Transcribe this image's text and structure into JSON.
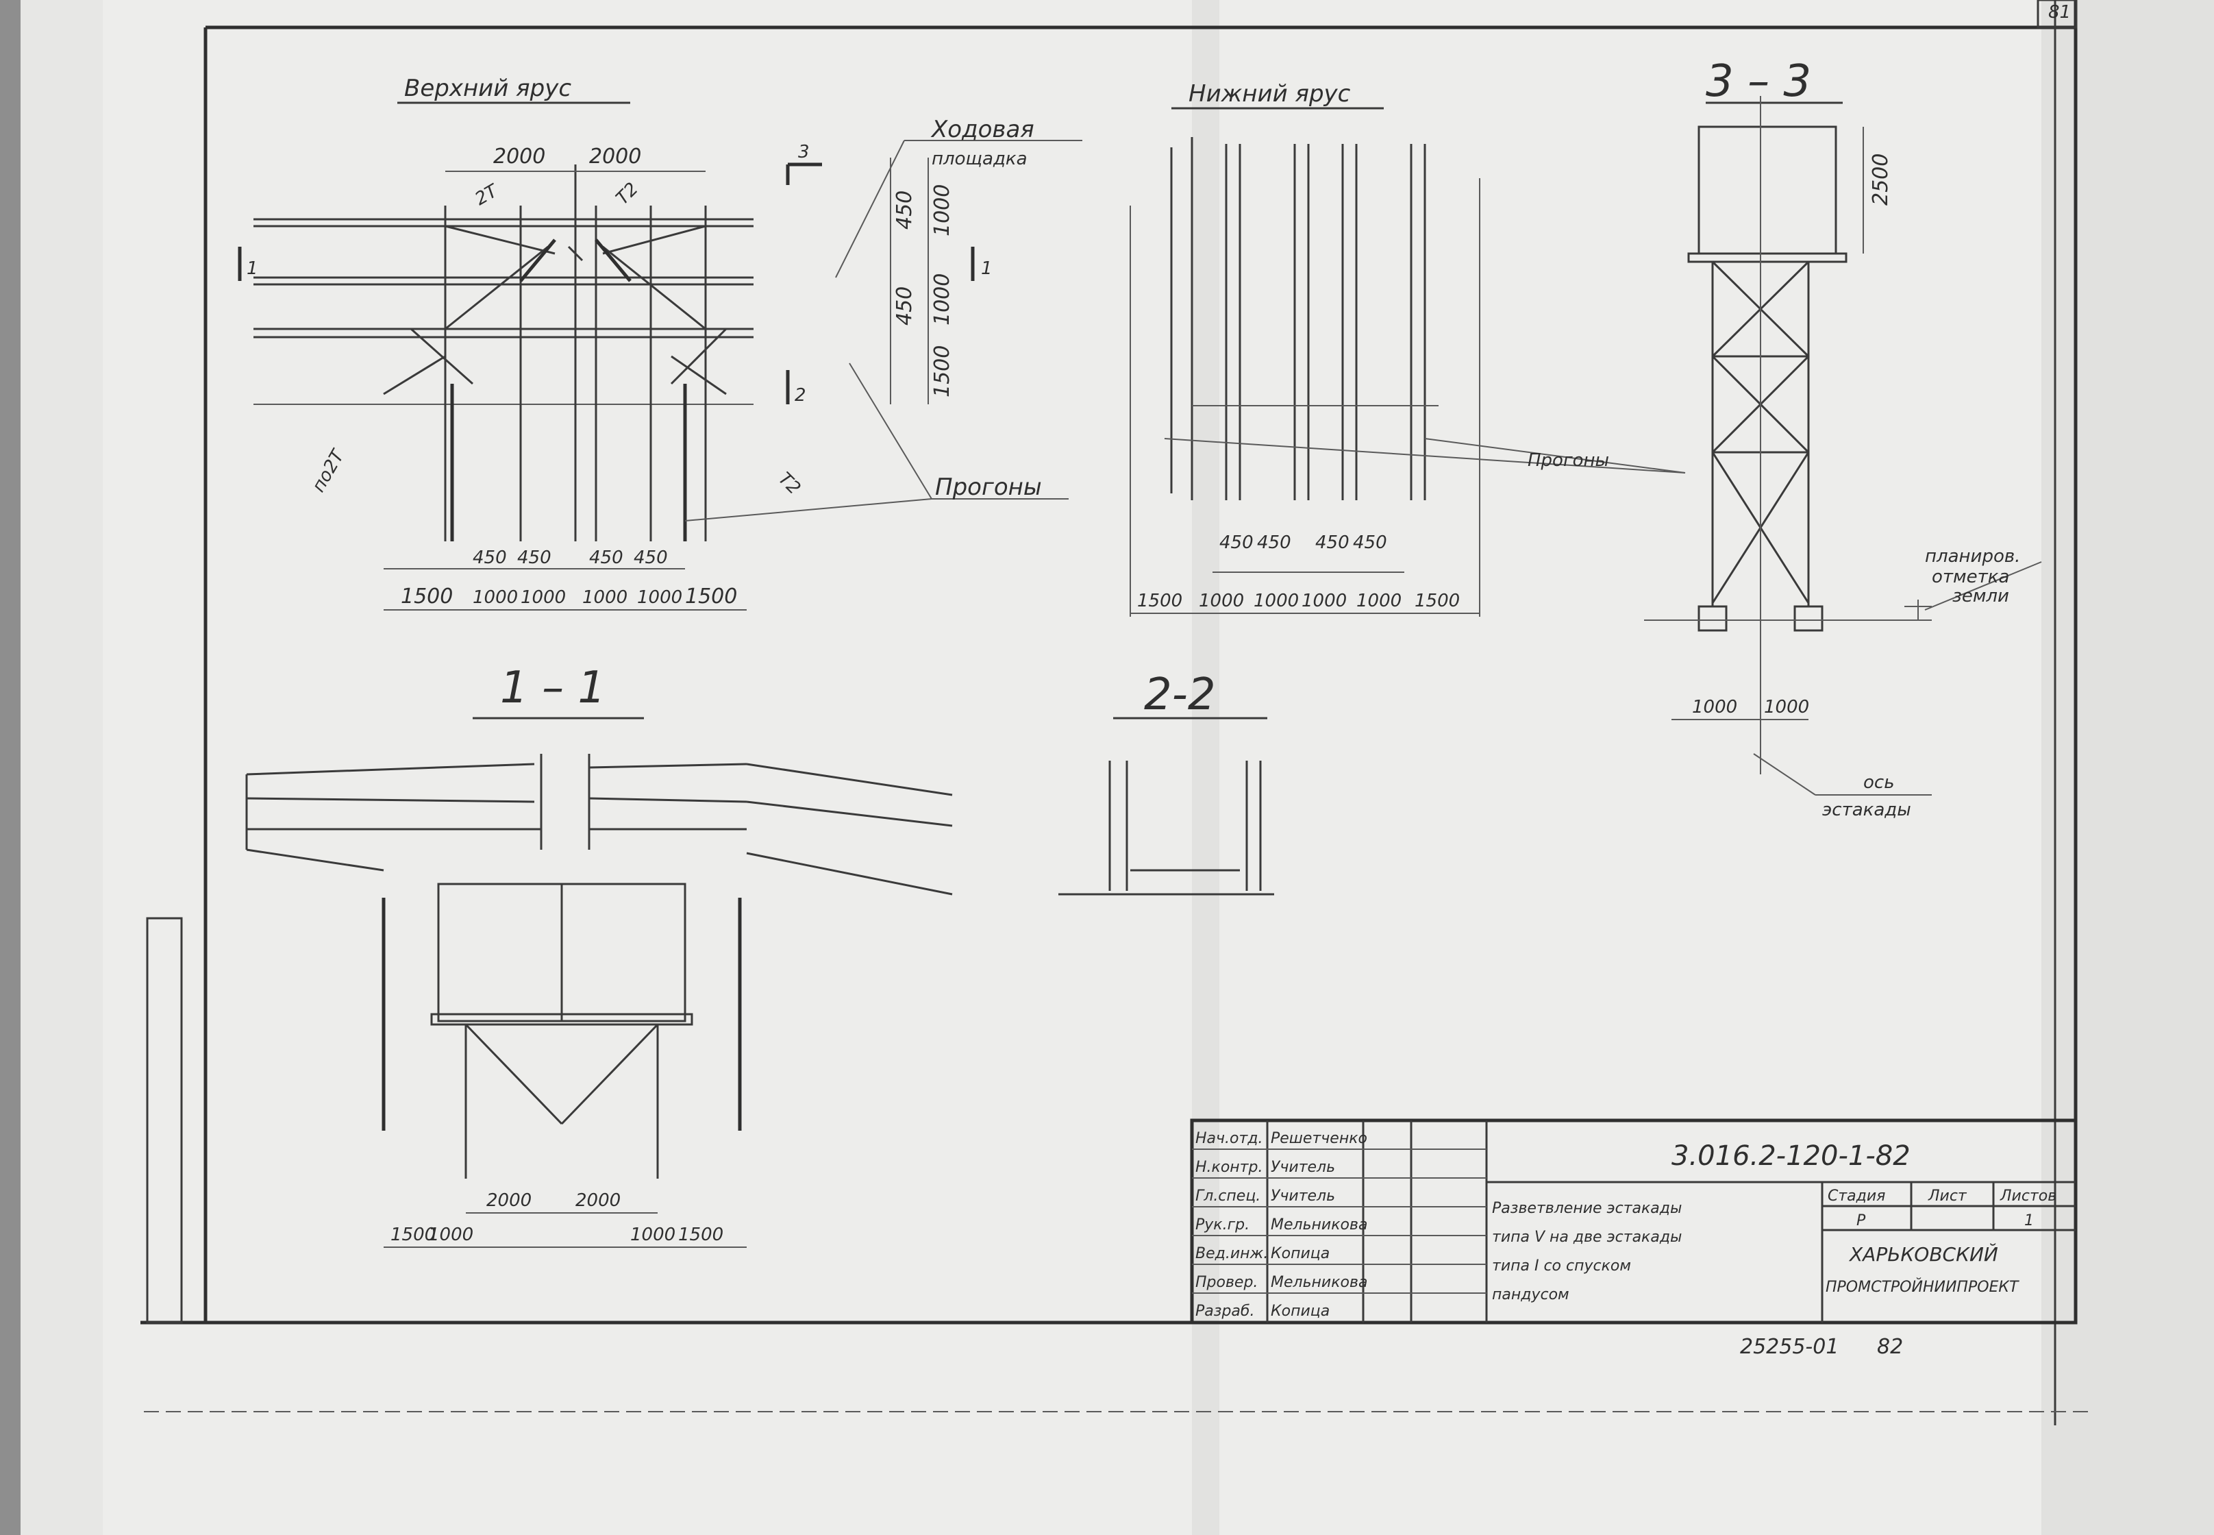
{
  "sheet_number": "81",
  "views": {
    "upper_tier": {
      "title": "Верхний ярус"
    },
    "lower_tier": {
      "title": "Нижний ярус"
    },
    "section_1_1": {
      "title": "1 – 1"
    },
    "section_2_2": {
      "title": "2-2"
    },
    "section_3_3": {
      "title": "3 – 3"
    }
  },
  "labels": {
    "walkway_line1": "Ходовая",
    "walkway_line2": "площадка",
    "purlins_upper": "Прогоны",
    "purlins_lower": "Прогоны",
    "grade_line1": "планиров.",
    "grade_line2": "отметка",
    "grade_line3": "земли",
    "axis_line1": "ось",
    "axis_line2": "эстакады",
    "mark_t2_left": "2T",
    "mark_t2_right": "T2",
    "mark_po2t": "по2T",
    "mark_t2_diag": "T2",
    "mark_3": "3",
    "mark_1_left": "1",
    "mark_1_right": "1",
    "mark_2": "2"
  },
  "dims": {
    "upper_top_1": "2000",
    "upper_top_2": "2000",
    "upper_right_1": "450",
    "upper_right_2": "1000",
    "upper_right_3": "450",
    "upper_right_4": "1000",
    "upper_right_5": "1500",
    "upper_mid_1": "450",
    "upper_mid_2": "450",
    "upper_mid_3": "450",
    "upper_mid_4": "450",
    "upper_bot": [
      "1500",
      "1000",
      "1000",
      "1000",
      "1000",
      "1500"
    ],
    "lower_mid": [
      "450",
      "450",
      "450",
      "450"
    ],
    "lower_bot": [
      "1500",
      "1000",
      "1000",
      "1000",
      "1000",
      "1500"
    ],
    "s11_mid_1": "2000",
    "s11_mid_2": "2000",
    "s11_bot": [
      "1500",
      "1000",
      "1000",
      "1500"
    ],
    "s33_height": "2500",
    "s33_bot_1": "1000",
    "s33_bot_2": "1000"
  },
  "title_block": {
    "doc_code": "3.016.2-120-1-82",
    "rows": [
      {
        "role": "Нач.отд.",
        "name": "Решетченко"
      },
      {
        "role": "Н.контр.",
        "name": "Учитель"
      },
      {
        "role": "Гл.спец.",
        "name": "Учитель"
      },
      {
        "role": "Рук.гр.",
        "name": "Мельникова"
      },
      {
        "role": "Вед.инж.",
        "name": "Копица"
      },
      {
        "role": "Провер.",
        "name": "Мельникова"
      },
      {
        "role": "Разраб.",
        "name": "Копица"
      }
    ],
    "description": [
      "Разветвление эстакады",
      "типа V на две эстакады",
      "типа I со спуском",
      "пандусом"
    ],
    "stage_header": "Стадия",
    "sheet_header": "Лист",
    "sheets_header": "Листов",
    "stage_value": "Р",
    "sheets_value": "1",
    "org_line1": "ХАРЬКОВСКИЙ",
    "org_line2": "ПРОМСТРОЙНИИПРОЕКТ",
    "inventory": "25255-01",
    "page": "82"
  }
}
